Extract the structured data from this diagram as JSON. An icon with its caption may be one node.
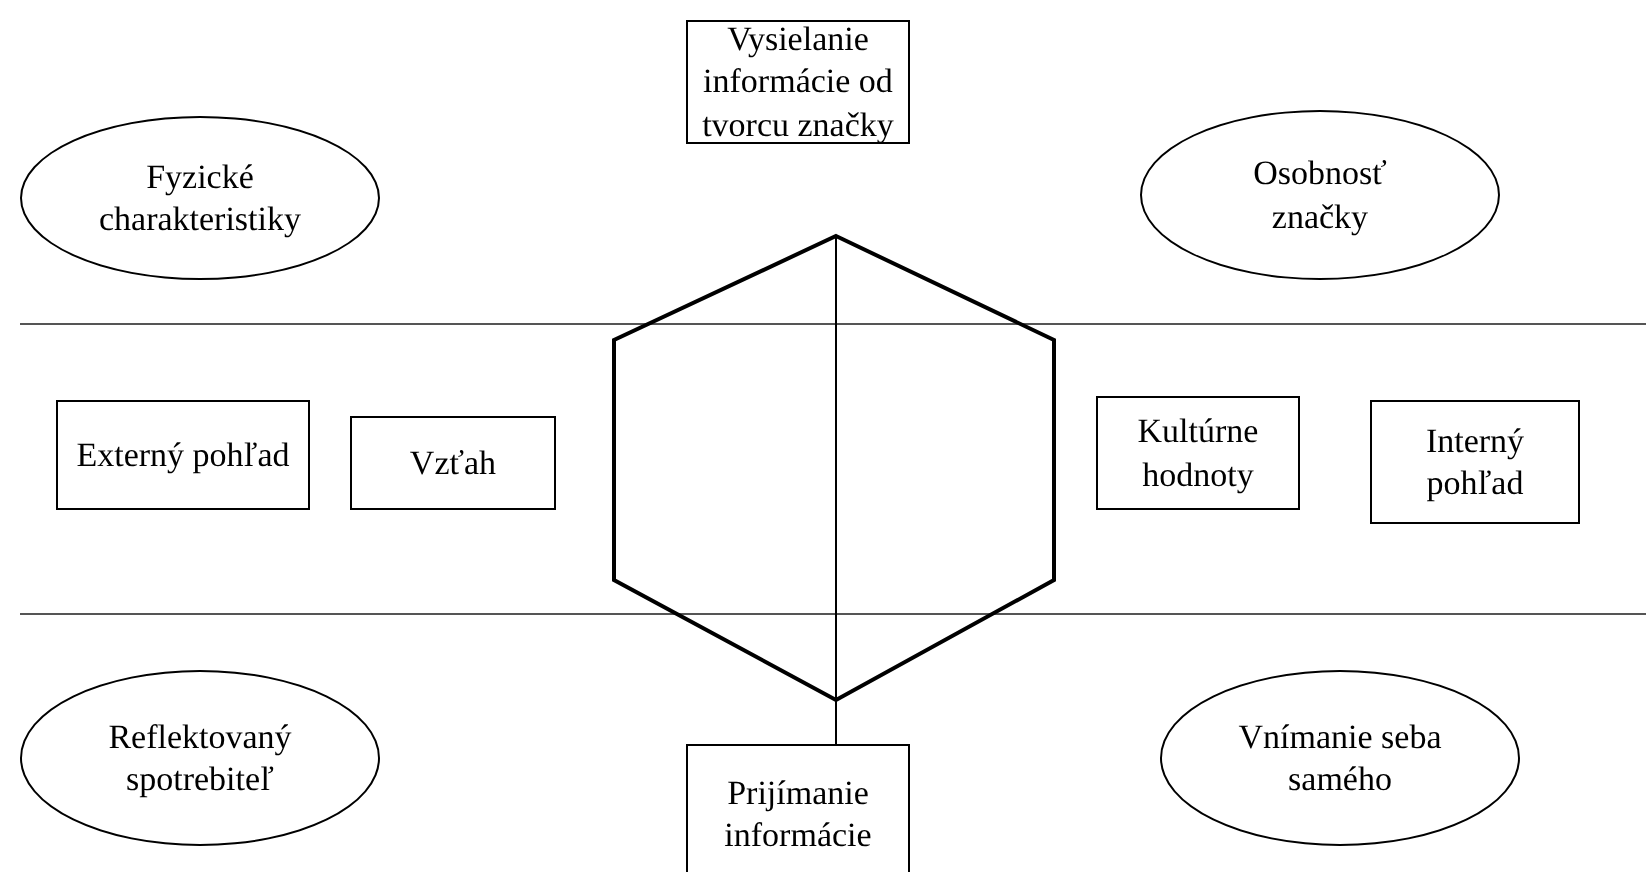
{
  "diagram": {
    "nodes": [
      {
        "text": [
          "Vysielanie informácie od tvorcu značky"
        ]
      },
      {
        "text": [
          "Fyzické charakteristiky"
        ]
      },
      {
        "text": [
          "Osobnosť značky"
        ]
      },
      {
        "text": [
          "Externý pohľad"
        ]
      },
      {
        "text": [
          "Vzťah"
        ]
      },
      {
        "text": [
          "Kultúrne hodnoty"
        ]
      },
      {
        "text": [
          "Interný pohľad"
        ]
      },
      {
        "text": [
          "Reflektovaný spotrebiteľ"
        ]
      },
      {
        "text": [
          "Prijímanie informácie"
        ]
      },
      {
        "text": [
          "Vnímanie seba samého"
        ]
      }
    ],
    "edges": []
  }
}
